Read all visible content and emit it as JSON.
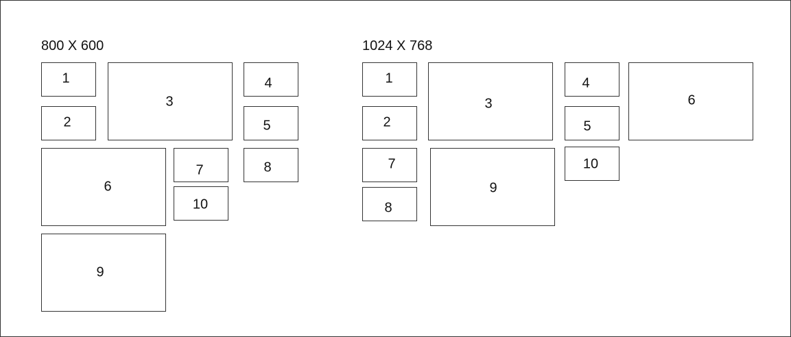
{
  "layouts": [
    {
      "title": "800 X 600",
      "boxes": [
        "1",
        "2",
        "3",
        "4",
        "5",
        "6",
        "7",
        "8",
        "9",
        "10"
      ]
    },
    {
      "title": "1024 X 768",
      "boxes": [
        "1",
        "2",
        "3",
        "4",
        "5",
        "6",
        "7",
        "8",
        "9",
        "10"
      ]
    }
  ],
  "colors": {
    "border": "#333333",
    "text": "#111111",
    "background": "#ffffff"
  }
}
